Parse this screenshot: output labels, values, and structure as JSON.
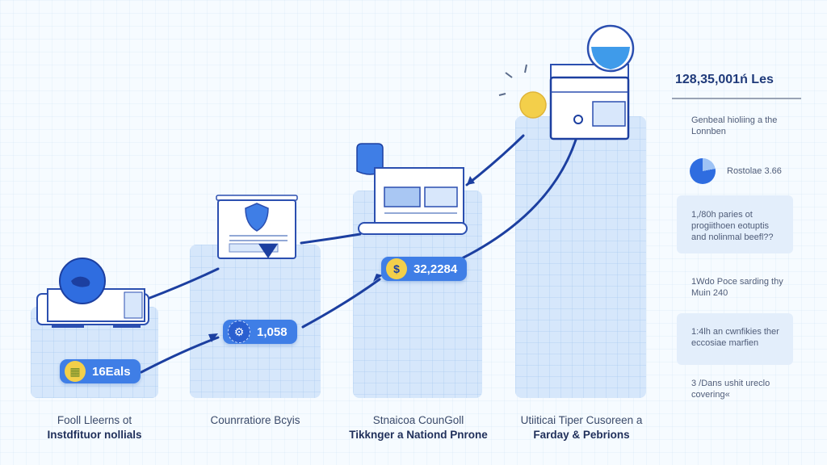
{
  "colors": {
    "background": "#f6fbff",
    "bar": "#d6e7fb",
    "accent": "#3f7ee6",
    "connector": "#1c3fa0",
    "panel_card": "#e3eefb"
  },
  "columns": [
    {
      "label_line1": "Fooll Lleerns ot",
      "label_line2": "Instdfituor nollials",
      "badge_value": "16Eals",
      "badge_icon": "ticket-icon",
      "device_icon": "globe-monitor-icon"
    },
    {
      "label_line1": "Counrratiore Bcyis",
      "label_line2": "",
      "badge_value": "1,058",
      "badge_icon": "gear-icon",
      "device_icon": "shield-document-icon"
    },
    {
      "label_line1": "Stnaicoa CounGoll",
      "label_line2": "Tikknger a Nationd Pnrone",
      "badge_value": "32,2284",
      "badge_icon": "dollar-icon",
      "device_icon": "laptop-dashboard-icon"
    },
    {
      "label_line1": "Utiiticai Tiper Cusoreen a",
      "label_line2": "Farday & Pebrions",
      "badge_value": "",
      "badge_icon": "",
      "device_icon": "register-calendar-icon"
    }
  ],
  "side_panel": {
    "title": "128,35,001ń Les",
    "subtitle": "Genbeal hioliing a the Lonnben",
    "stat_label": "Rostolae 3.66",
    "items": [
      {
        "text": "1,/80h paries ot progiithoen eotuptis and nolinmal beefl??",
        "highlight": true
      },
      {
        "text": "1Wdo Poce sarding thy Muin 240",
        "highlight": false
      },
      {
        "text": "1:4lh an cwnfikies ther eccosiae marfien",
        "highlight": true
      },
      {
        "text": "3 /Dans ushit ureclo covering«",
        "highlight": false
      }
    ]
  }
}
